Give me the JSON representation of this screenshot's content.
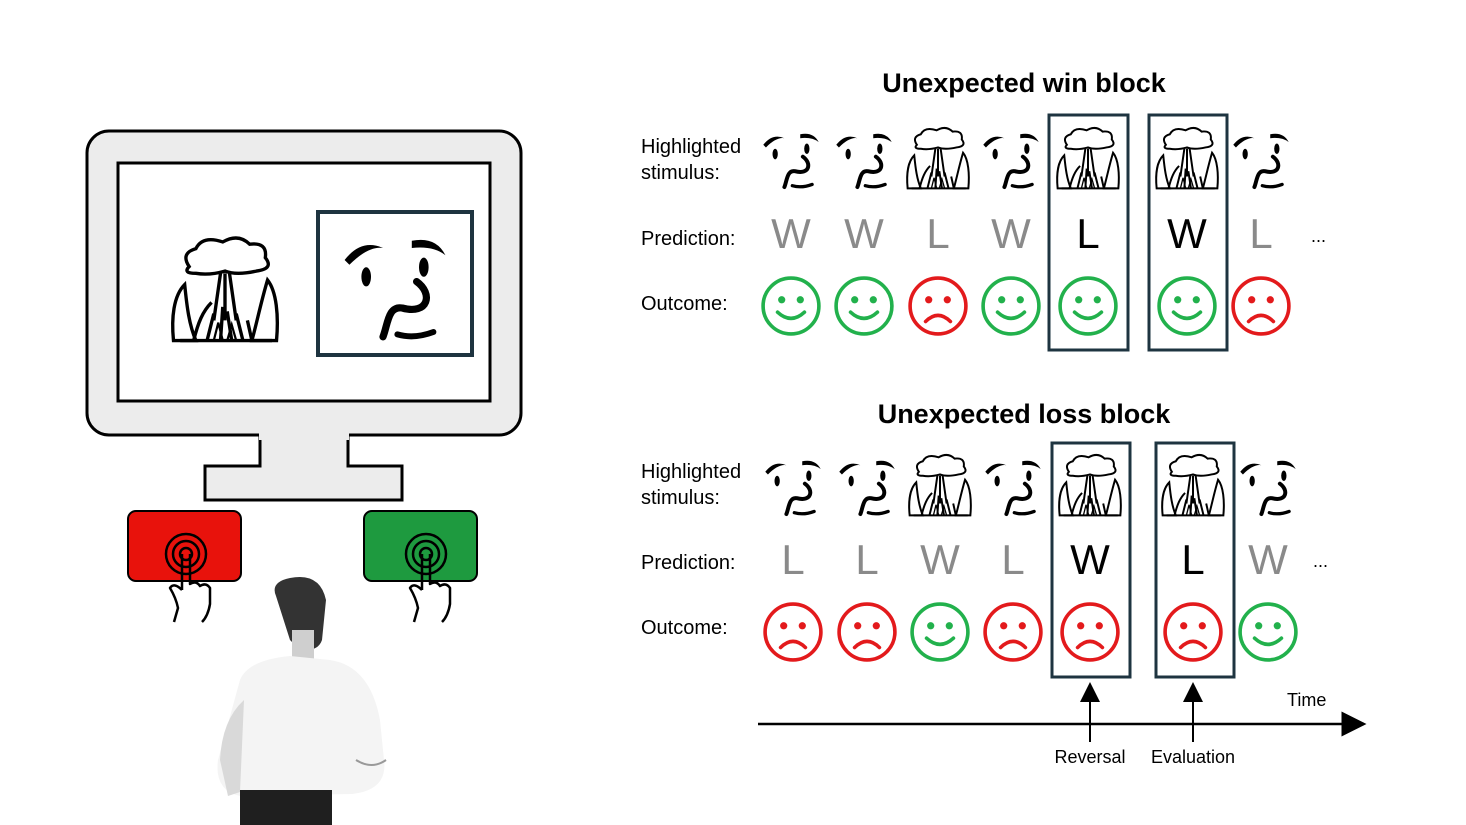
{
  "blocks": [
    {
      "title": "Unexpected win block",
      "labels": {
        "stimulus_line1": "Highlighted",
        "stimulus_line2": "stimulus:",
        "prediction": "Prediction:",
        "outcome": "Outcome:"
      },
      "stimuli": [
        "face",
        "face",
        "tree",
        "face",
        "tree",
        "tree",
        "face"
      ],
      "predictions": [
        "W",
        "W",
        "L",
        "W",
        "L",
        "W",
        "L"
      ],
      "outcomes": [
        "win",
        "win",
        "loss",
        "win",
        "win",
        "win",
        "loss"
      ],
      "highlighted_trials": [
        5,
        6
      ],
      "ellipsis": "..."
    },
    {
      "title": "Unexpected loss block",
      "labels": {
        "stimulus_line1": "Highlighted",
        "stimulus_line2": "stimulus:",
        "prediction": "Prediction:",
        "outcome": "Outcome:"
      },
      "stimuli": [
        "face",
        "face",
        "tree",
        "face",
        "tree",
        "tree",
        "face"
      ],
      "predictions": [
        "L",
        "L",
        "W",
        "L",
        "W",
        "L",
        "W"
      ],
      "outcomes": [
        "loss",
        "loss",
        "win",
        "loss",
        "loss",
        "loss",
        "win"
      ],
      "highlighted_trials": [
        5,
        6
      ],
      "ellipsis": "..."
    }
  ],
  "time_axis": {
    "label": "Time",
    "reversal_label": "Reversal",
    "evaluation_label": "Evaluation"
  },
  "colors": {
    "win": "#22b14c",
    "loss": "#e31a1c",
    "highlight_box": "#1e3440",
    "faded_text": "#8a8a8a",
    "left_button": "#e8120c",
    "right_button": "#1e9a3f",
    "monitor_fill": "#ececec"
  },
  "icons": {
    "face": "abstract-face-icon",
    "tree": "tree-landscape-icon",
    "finger": "finger-press-icon",
    "person": "person-illustration"
  }
}
